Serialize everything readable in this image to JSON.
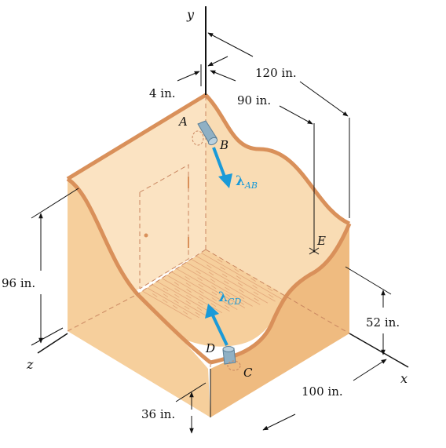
{
  "colors": {
    "wall_light": "#fbe3c2",
    "wall_mid": "#f6cf9c",
    "wall_dark": "#efbb80",
    "edge": "#d9905a",
    "vector": "#1a9ad8",
    "dash": "#c98660",
    "floor_hatch": "#e2a67a"
  },
  "axes": {
    "x": "x",
    "y": "y",
    "z": "z"
  },
  "points": {
    "A": "A",
    "B": "B",
    "C": "C",
    "D": "D",
    "E": "E"
  },
  "vectors": {
    "ab": {
      "symbol": "λ",
      "subscript": "AB"
    },
    "cd": {
      "symbol": "λ",
      "subscript": "CD"
    }
  },
  "dimensions": {
    "d4": "4 in.",
    "d120": "120 in.",
    "d90": "90 in.",
    "d96": "96 in.",
    "d52": "52 in.",
    "d100": "100 in.",
    "d36": "36 in."
  }
}
